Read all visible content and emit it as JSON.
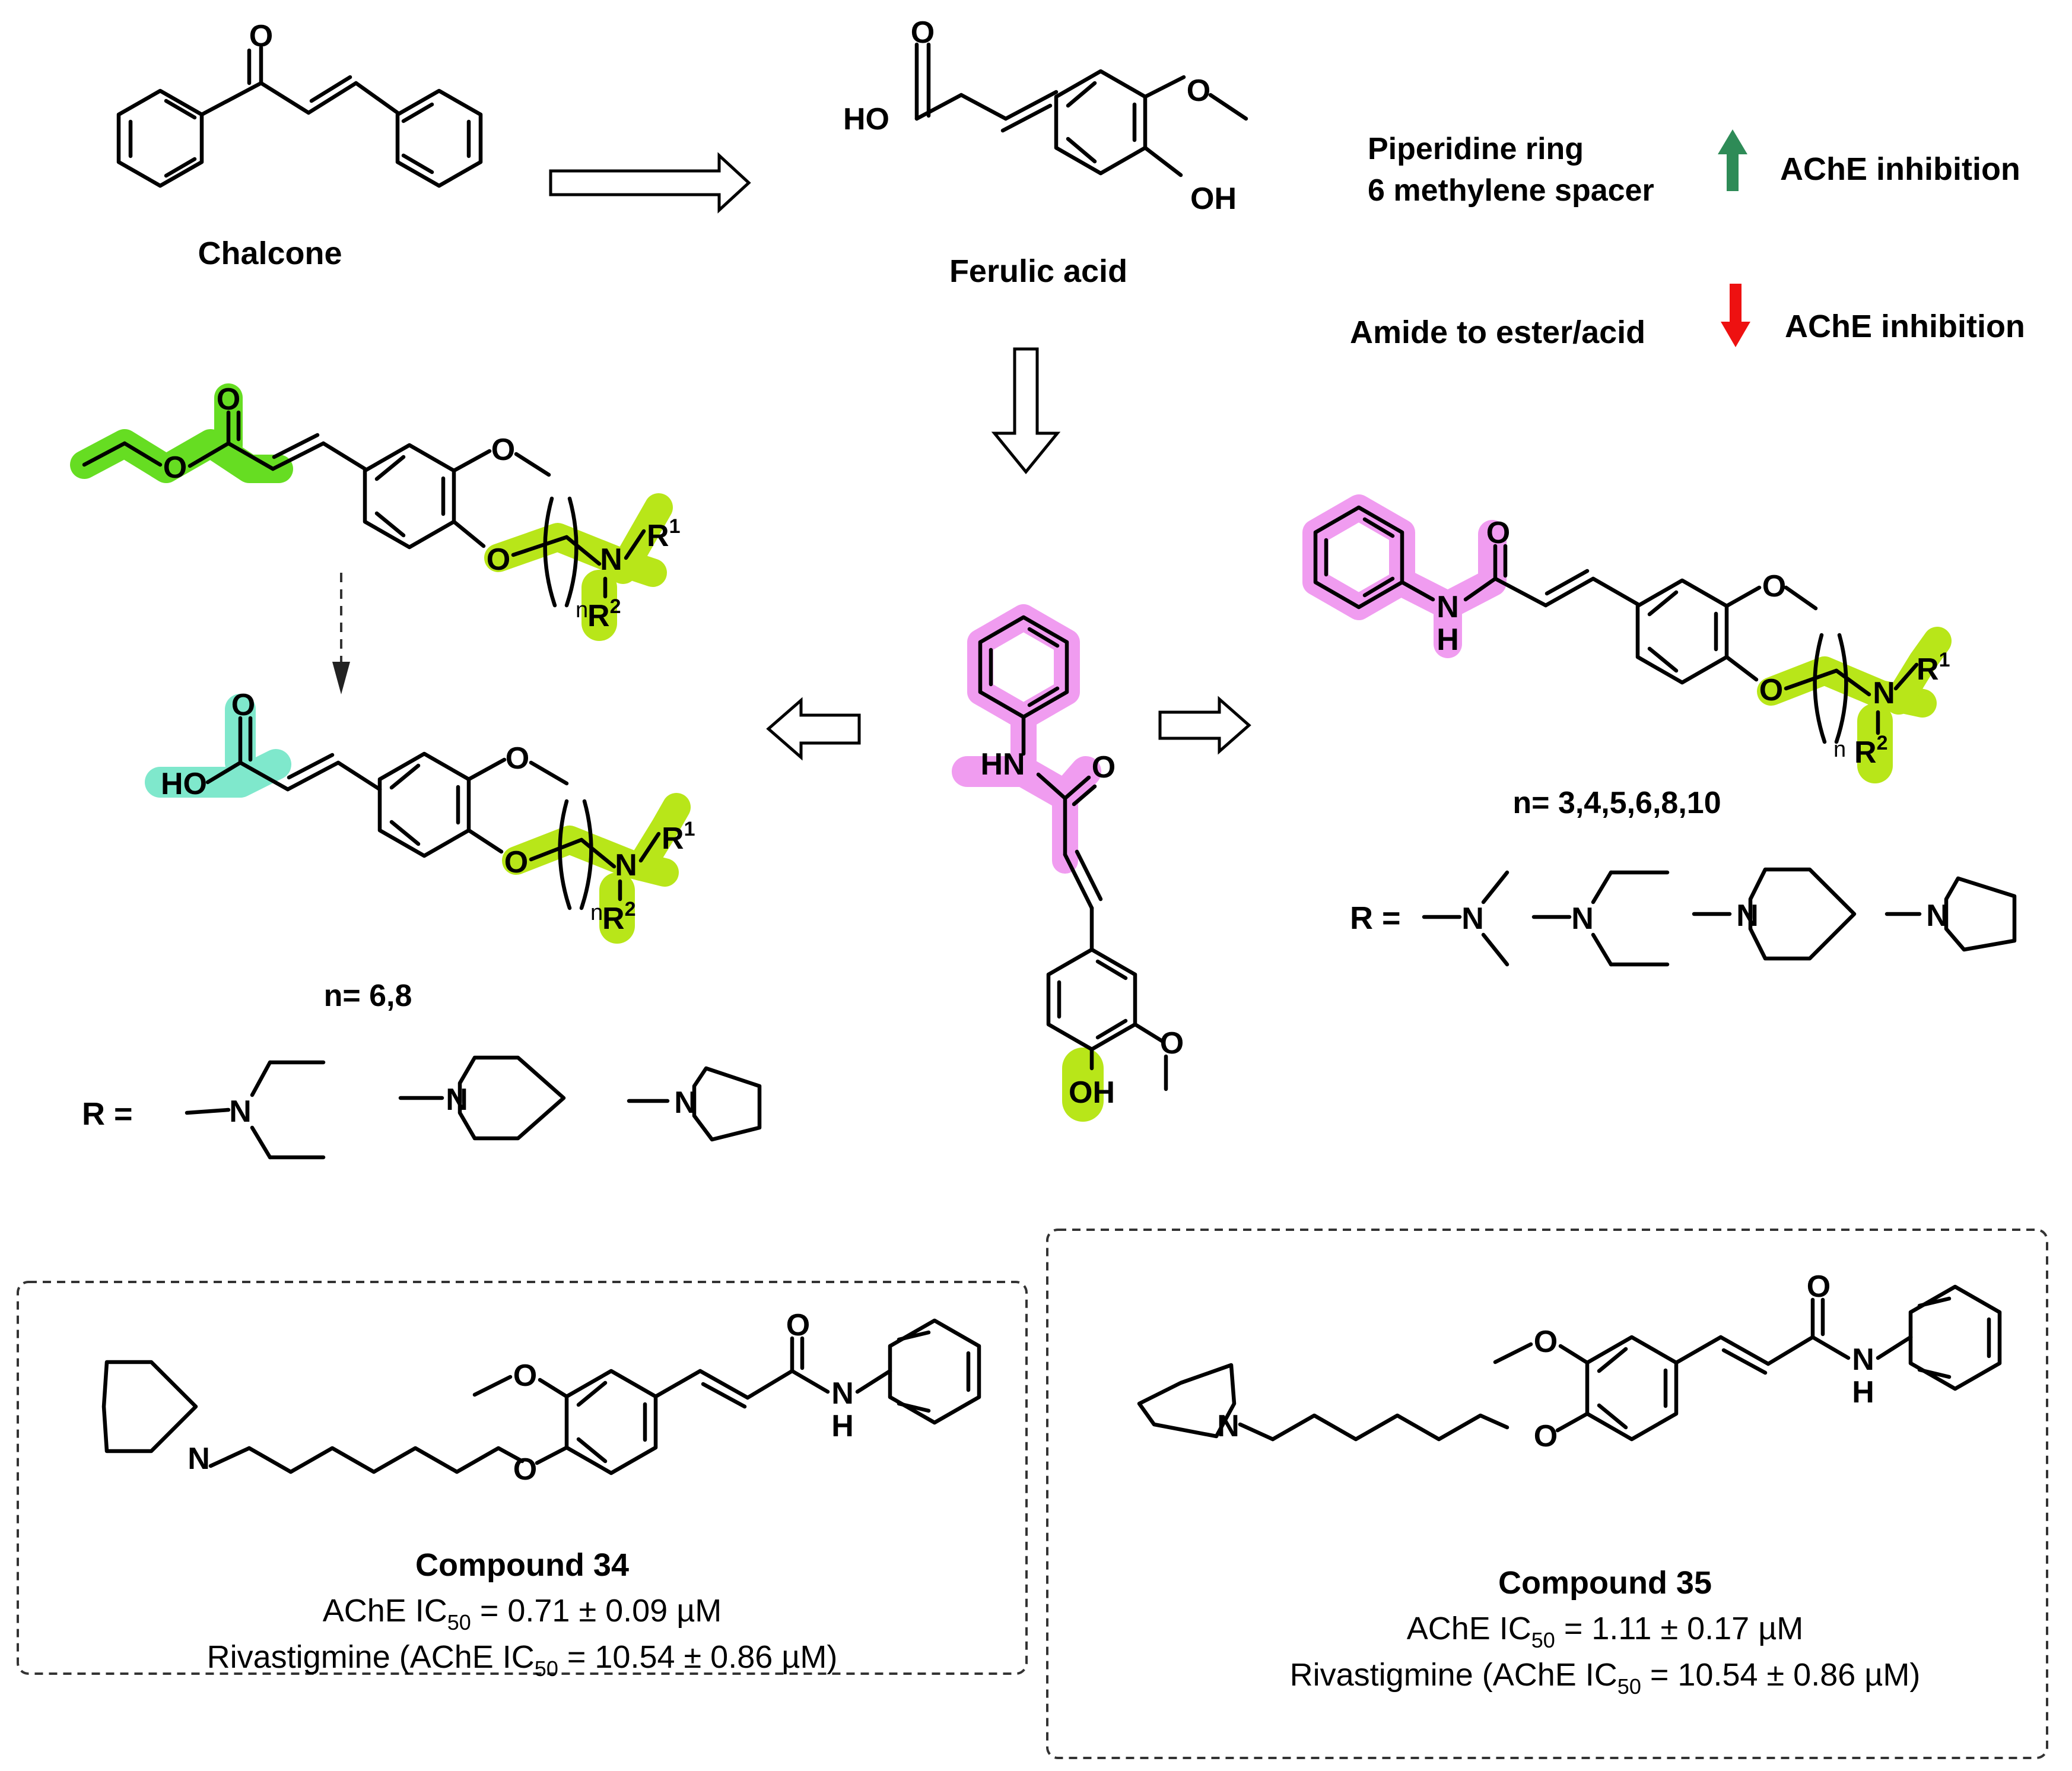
{
  "colors": {
    "green_up_arrow": "#2e8b57",
    "red_down_arrow": "#ee1111",
    "ester_highlight": "#66dd22",
    "acid_highlight": "#7fe8cc",
    "amine_highlight": "#b8e619",
    "phenyl_amide_highlight": "#f09cf0"
  },
  "icons": {
    "up_arrow": "up-arrow-icon",
    "down_arrow": "down-arrow-icon",
    "open_arrow": "hollow-arrow-icon",
    "dashed_arrow": "dashed-arrow-icon"
  },
  "top": {
    "chalcone": "Chalcone",
    "ferulic": "Ferulic acid"
  },
  "sar": {
    "line1a": "Piperidine ring",
    "line1b": "6 methylene spacer",
    "line1c": "AChE inhibition",
    "line2a": "Amide to ester/acid",
    "line2b": "AChE inhibition"
  },
  "left": {
    "n_label": "n= 6,8",
    "r_label": "R ="
  },
  "right": {
    "n_label": "n= 3,4,5,6,8,10",
    "r_label": "R ="
  },
  "atoms": {
    "O": "O",
    "HO": "HO",
    "OH": "OH",
    "N": "N",
    "HN": "HN",
    "H": "H",
    "R": "R",
    "one": "1",
    "two": "2",
    "n": "n"
  },
  "box34": {
    "title": "Compound 34",
    "ache_a": "AChE IC",
    "ache_sub": "50",
    "ache_b": " = 0.71 ± 0.09 µM",
    "riv_a": "Rivastigmine (AChE IC",
    "riv_sub": "50",
    "riv_b": " = 10.54 ± 0.86 µM)"
  },
  "box35": {
    "title": "Compound 35",
    "ache_a": "AChE IC",
    "ache_sub": "50",
    "ache_b": " = 1.11 ± 0.17 µM",
    "riv_a": "Rivastigmine (AChE IC",
    "riv_sub": "50",
    "riv_b": " = 10.54 ± 0.86 µM)"
  }
}
